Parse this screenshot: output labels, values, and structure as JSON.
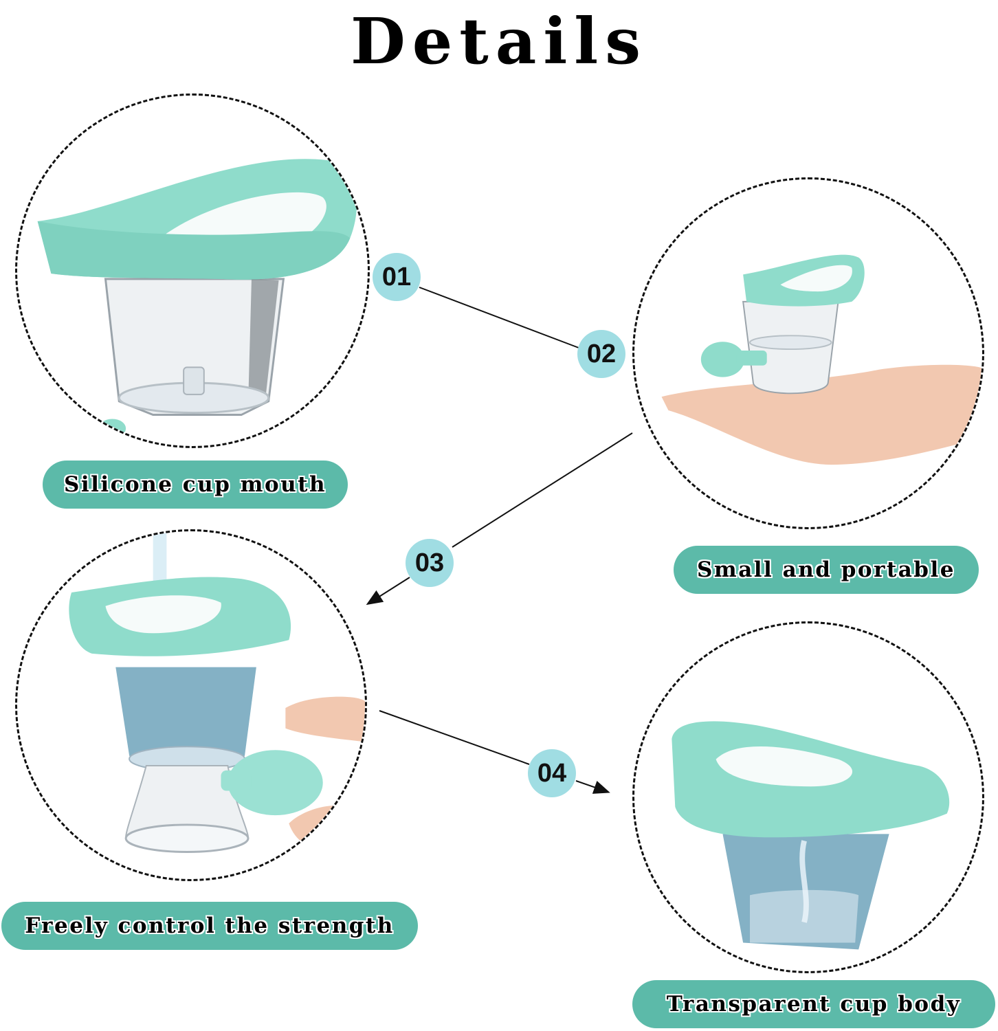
{
  "title": "Details",
  "colors": {
    "pill_bg": "#5cbaa9",
    "badge_bg": "#a0dde3",
    "silicone": "#8fdccb",
    "water": "#6fa3bb",
    "skin": "#f2c8b0"
  },
  "steps": [
    {
      "number": "01",
      "label": "Silicone cup mouth",
      "image": "cup-rim-closeup"
    },
    {
      "number": "02",
      "label": "Small and portable",
      "image": "cup-on-palm"
    },
    {
      "number": "03",
      "label": "Freely control the strength",
      "image": "cup-with-bulb-squeezed"
    },
    {
      "number": "04",
      "label": "Transparent cup body",
      "image": "cup-with-water"
    }
  ]
}
